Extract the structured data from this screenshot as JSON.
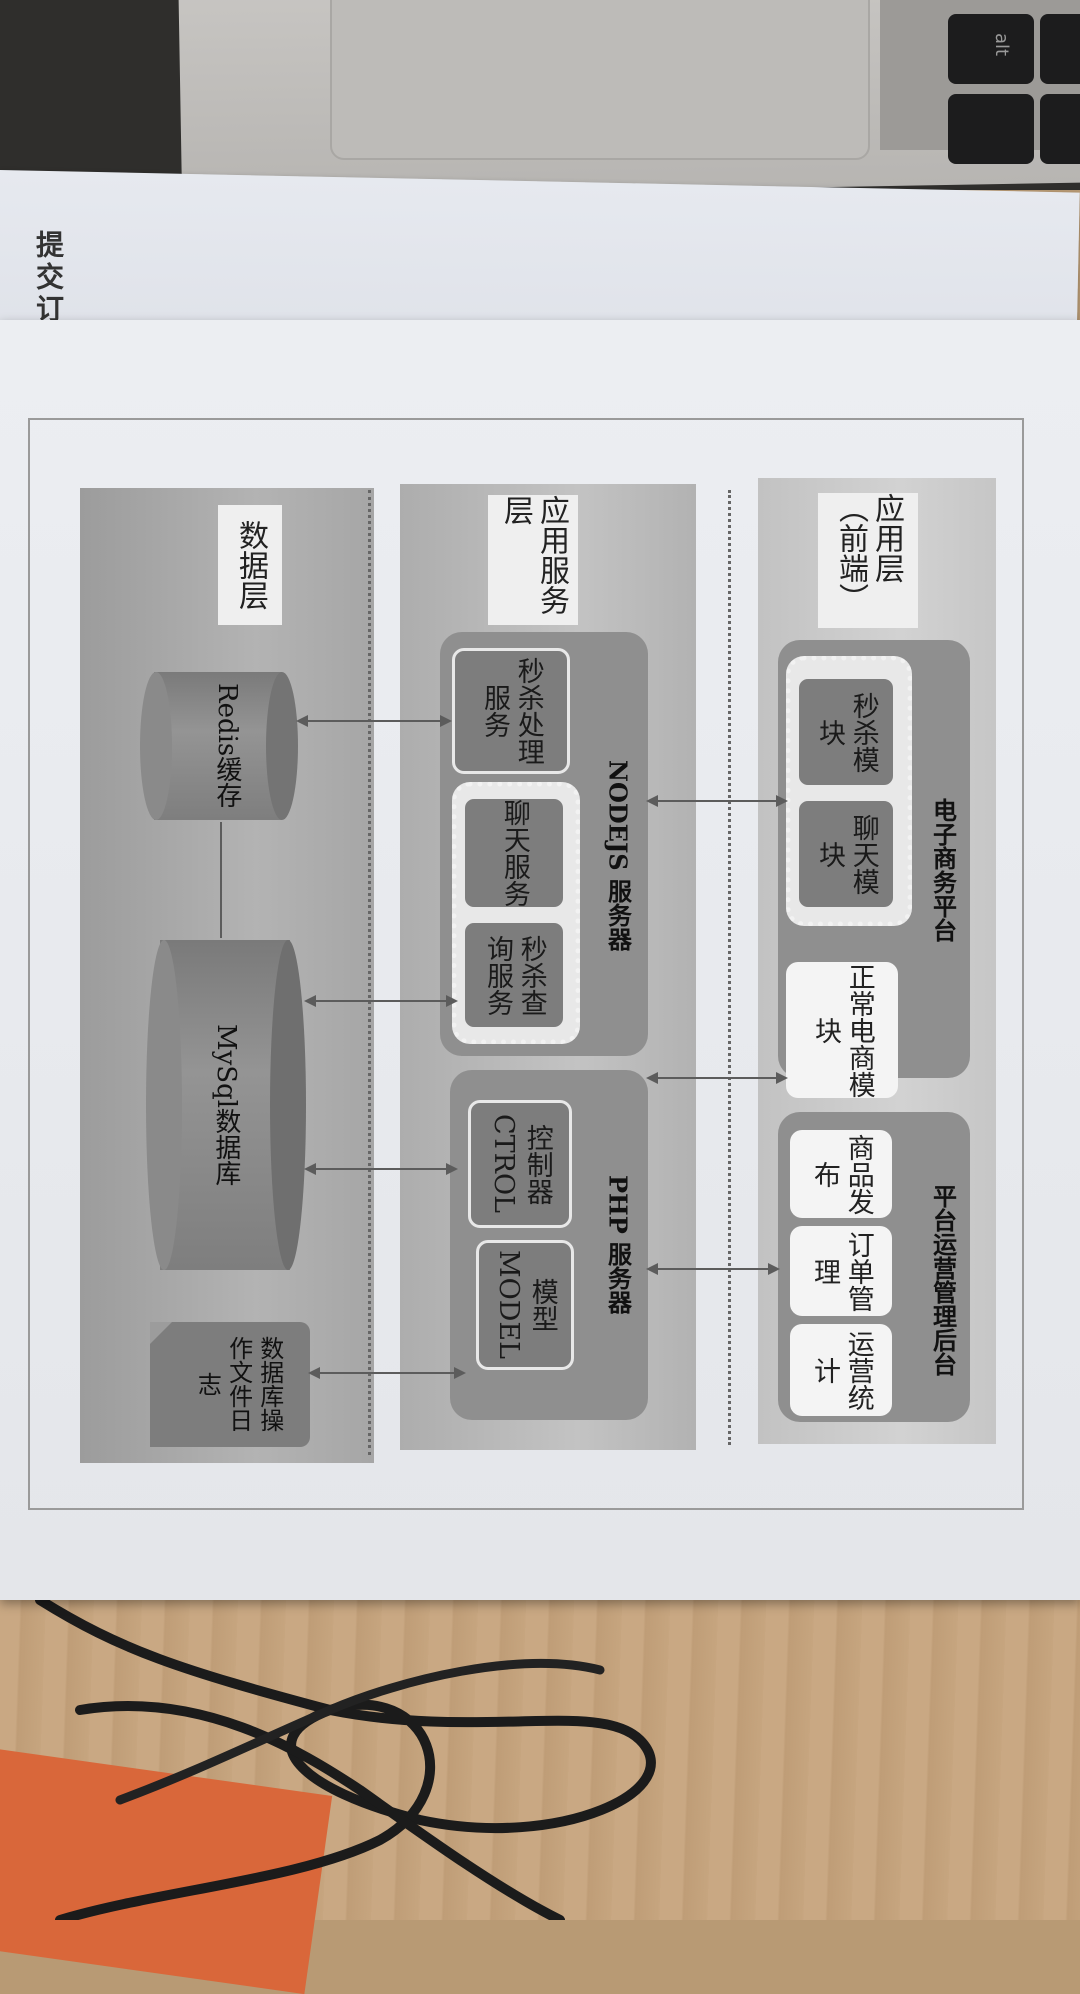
{
  "back_page": {
    "text": "提交订单"
  },
  "keyboard": {
    "key_text": "alt"
  },
  "diagram": {
    "layers": {
      "front": "应用层（前端）",
      "app": "应用服务层",
      "data": "数据层"
    },
    "front_groups": {
      "ecommerce": {
        "title": "电子商务平台",
        "modules": [
          "秒杀模块",
          "聊天模块",
          "正常电商模块"
        ]
      },
      "ops": {
        "title": "平台运营管理后台",
        "modules": [
          "商品发布",
          "订单管理",
          "运营统计"
        ]
      }
    },
    "servers": {
      "nodejs": {
        "title": "NODEJS 服务器",
        "modules": [
          "秒杀处理服务",
          "聊天服务",
          "秒杀查询服务"
        ]
      },
      "php": {
        "title": "PHP 服务器",
        "modules": [
          "控制器CTROL",
          "模型MODEL"
        ]
      }
    },
    "storage": {
      "redis": "Redis缓存",
      "mysql": "MySql数据库",
      "logs": "数据库操作文件日志"
    }
  }
}
